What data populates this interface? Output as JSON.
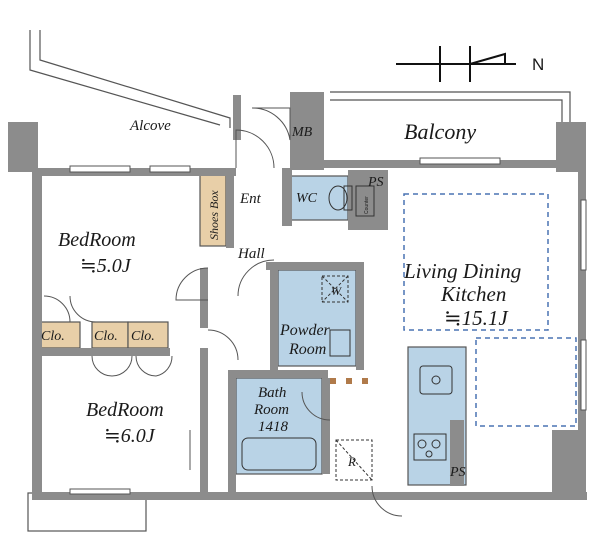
{
  "compass": {
    "north_label": "N"
  },
  "rooms": {
    "alcove": "Alcove",
    "mb": "MB",
    "balcony": "Balcony",
    "ps_top": "PS",
    "wc": "WC",
    "counter": "Counter",
    "shoes_box": "Shoes Box",
    "ent": "Ent",
    "hall": "Hall",
    "bedroom1_name": "BedRoom",
    "bedroom1_size": "≒5.0J",
    "ldk_line1": "Living Dining",
    "ldk_line2": "Kitchen",
    "ldk_size": "≒15.1J",
    "washer": "W",
    "powder_line1": "Powder",
    "powder_line2": "Room",
    "clo1": "Clo.",
    "clo2": "Clo.",
    "clo3": "Clo.",
    "bath_line1": "Bath",
    "bath_line2": "Room",
    "bath_line3": "1418",
    "bedroom2_name": "BedRoom",
    "bedroom2_size": "≒6.0J",
    "refrigerator": "R",
    "ps_bottom": "PS"
  },
  "colors": {
    "wall": "#8c8c8c",
    "wet_area": "#b9d3e6",
    "closet": "#e8cfa8",
    "dashed": "#4a74b4",
    "line": "#555555"
  }
}
